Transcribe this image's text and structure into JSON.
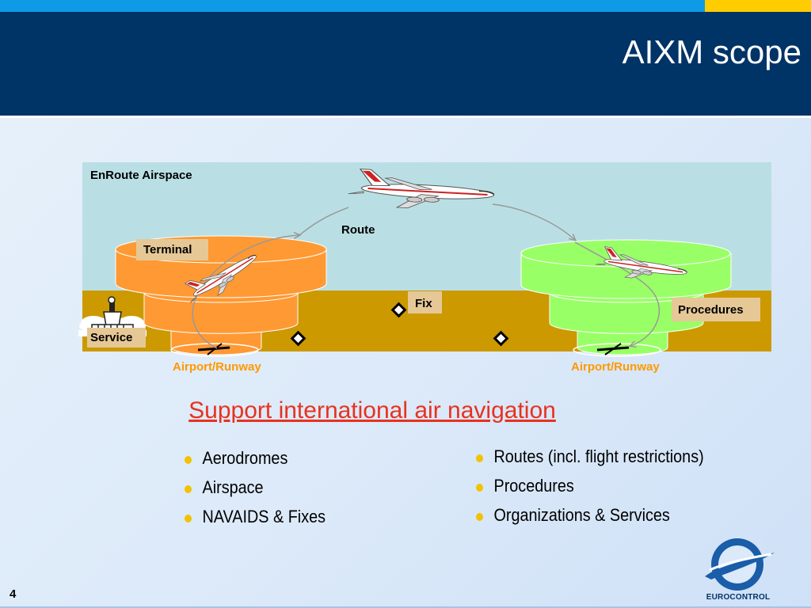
{
  "slide": {
    "title": "AIXM scope",
    "page_number": "4",
    "logo_text": "EUROCONTROL"
  },
  "diagram": {
    "enroute_label": "EnRoute Airspace",
    "route_label": "Route",
    "terminal_label": "Terminal",
    "fix_label": "Fix",
    "procedures_label": "Procedures",
    "service_label": "Service",
    "airport_left_label": "Airport/Runway",
    "airport_right_label": "Airport/Runway"
  },
  "content": {
    "subtitle": "Support international air navigation",
    "left_bullets": [
      "Aerodromes",
      "Airspace",
      "NAVAIDS & Fixes"
    ],
    "right_bullets": [
      "Routes (incl. flight restrictions)",
      "Procedures",
      "Organizations & Services"
    ]
  },
  "colors": {
    "header": "#003366",
    "accent_blue": "#0f9ae8",
    "accent_yellow": "#ffcc00",
    "sky": "#b9dfe4",
    "ground": "#cc9900",
    "terminal_orange": "#ff9933",
    "terminal_green": "#99ff66",
    "subtitle_red": "#e8321e",
    "airport_label": "#ff9900"
  }
}
